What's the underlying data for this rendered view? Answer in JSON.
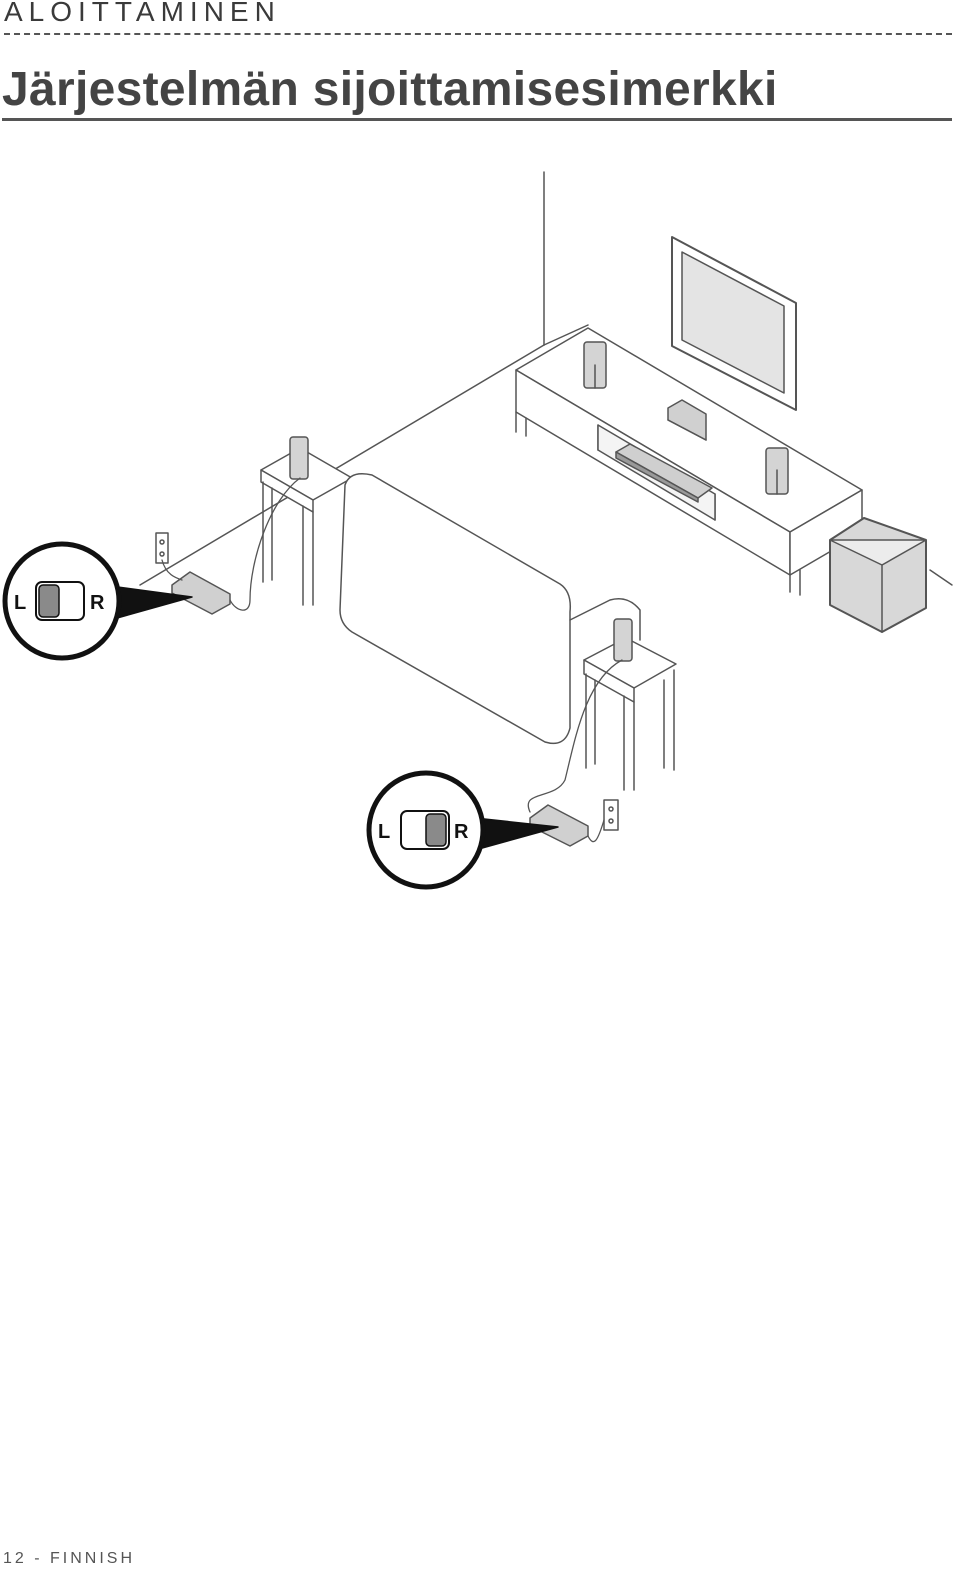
{
  "header": {
    "section": "ALOITTAMINEN",
    "title": "Järjestelmän sijoittamisesimerkki"
  },
  "illustration": {
    "callout_left": {
      "left_label": "L",
      "right_label": "R",
      "selected": "L"
    },
    "callout_right": {
      "left_label": "L",
      "right_label": "R",
      "selected": "R"
    }
  },
  "footer": {
    "page_number": "12",
    "separator": "-",
    "language": "FINNISH"
  }
}
